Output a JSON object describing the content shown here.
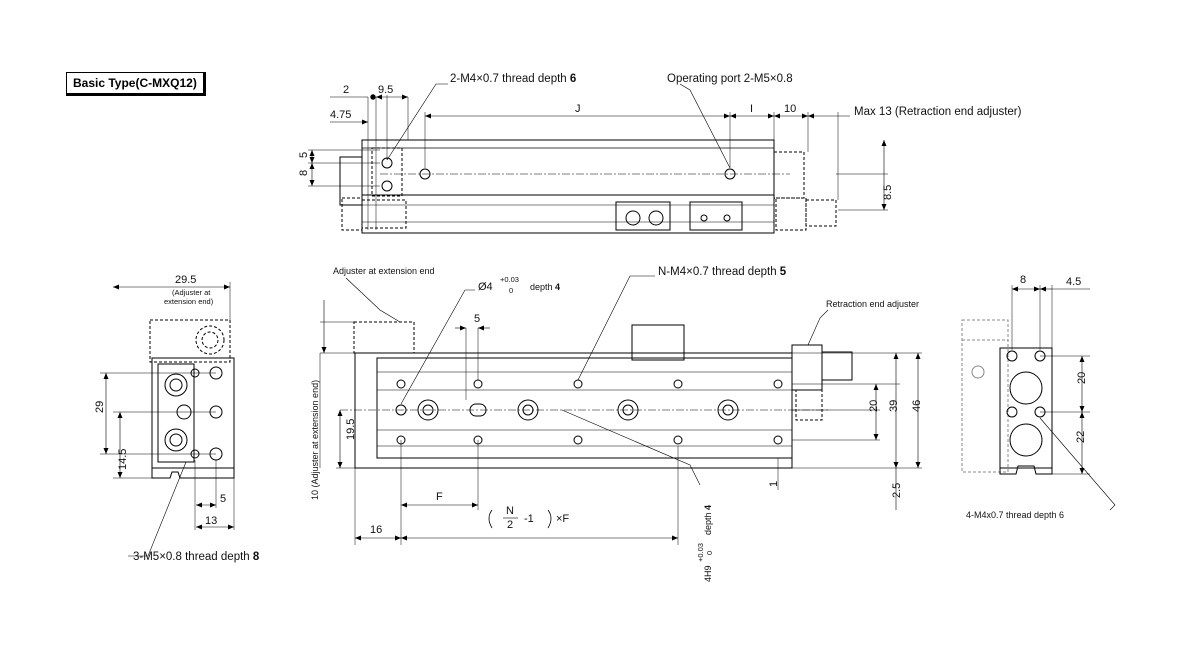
{
  "title": "Basic Type(C-MXQ12)",
  "top_view": {
    "dim_2": "2",
    "dim_9_5": "9.5",
    "dim_4_75": "4.75",
    "dim_J": "J",
    "dim_I": "I",
    "dim_10": "10",
    "dim_5": "5",
    "dim_8": "8",
    "dim_8_5": "8.5",
    "callout_thread": "2-M4×0.7  thread depth ",
    "callout_thread_bold": "6",
    "callout_port": "Operating port 2-M5×0.8",
    "callout_max": "Max 13 (Retraction end adjuster)"
  },
  "left_view": {
    "dim_29_5": "29.5",
    "adjuster_note_1": "(Adjuster at",
    "adjuster_note_2": "extension end)",
    "dim_29": "29",
    "dim_14_5": "14.5",
    "dim_5": "5",
    "dim_13": "13",
    "callout_thread": "3-M5×0.8  thread depth ",
    "callout_thread_bold": "8"
  },
  "front_view": {
    "adjuster_ext": "Adjuster at extension end",
    "phi_label": "Ø4",
    "phi_tol_up": "+0.03",
    "phi_tol_low": "0",
    "phi_depth": "depth ",
    "phi_depth_bold": "4",
    "dim_5": "5",
    "callout_NM4": "N-M4×0.7 thread depth ",
    "callout_NM4_bold": "5",
    "retraction_adj": "Retraction end adjuster",
    "vertical_note": "10 (Adjuster at extension end)",
    "dim_19_5": "19.5",
    "dim_F": "F",
    "formula_N": "N",
    "formula_2": "2",
    "formula_rest": "-1",
    "formula_xF": "×F",
    "dim_16": "16",
    "hole_4H9": "4H9",
    "hole_tol_up": "+0.03",
    "hole_tol_low": "0",
    "hole_depth": "depth ",
    "hole_depth_bold": "4",
    "dim_20": "20",
    "dim_39": "39",
    "dim_46": "46",
    "dim_1": "1",
    "dim_2_5": "2.5"
  },
  "right_view": {
    "dim_8": "8",
    "dim_4_5": "4.5",
    "dim_20": "20",
    "dim_22": "22",
    "callout_thread": "4-M4x0.7 thread depth 6"
  }
}
